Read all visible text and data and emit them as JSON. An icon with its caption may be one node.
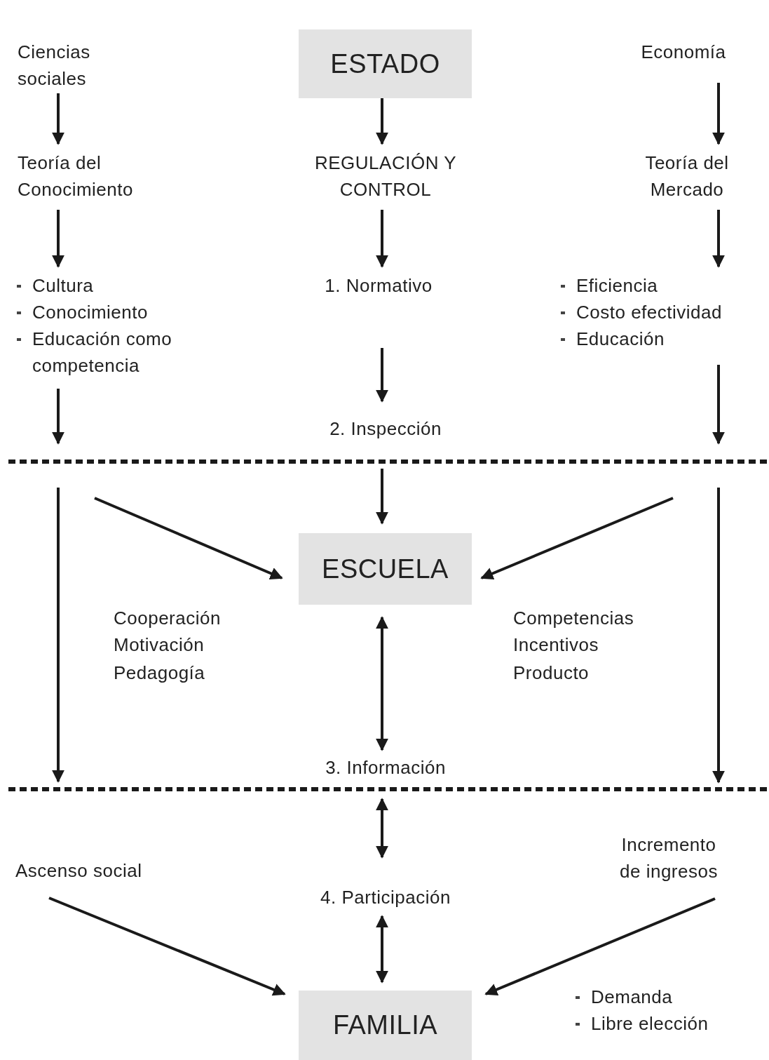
{
  "diagram": {
    "nodes": [
      {
        "text": [
          "Ciencias sociales"
        ]
      },
      {
        "text": [
          "ESTADO"
        ]
      },
      {
        "text": [
          "Economía"
        ]
      },
      {
        "text": [
          "Teoría del Conocimiento"
        ]
      },
      {
        "text": [
          "REGULACIÓN Y CONTROL"
        ]
      },
      {
        "text": [
          "Teoría del Mercado"
        ]
      },
      {
        "text": [
          "Cultura",
          "Conocimiento",
          "Educación como competencia"
        ]
      },
      {
        "text": [
          "1. Normativo"
        ]
      },
      {
        "text": [
          "Eficiencia",
          "Costo efectividad",
          "Educación"
        ]
      },
      {
        "text": [
          "2. Inspección"
        ]
      },
      {
        "text": [
          "ESCUELA"
        ]
      },
      {
        "text": [
          "3. Información"
        ]
      },
      {
        "text": [
          "Ascenso social"
        ]
      },
      {
        "text": [
          "4. Participación"
        ]
      },
      {
        "text": [
          "Incremento de ingresos"
        ]
      },
      {
        "text": [
          "FAMILIA"
        ]
      }
    ],
    "edges": [
      {
        "from": 0,
        "to": 3,
        "arrow": "to"
      },
      {
        "from": 1,
        "to": 4,
        "arrow": "to"
      },
      {
        "from": 2,
        "to": 5,
        "arrow": "to"
      },
      {
        "from": 3,
        "to": 6,
        "arrow": "to"
      },
      {
        "from": 4,
        "to": 7,
        "arrow": "to"
      },
      {
        "from": 5,
        "to": 8,
        "arrow": "to"
      },
      {
        "from": 6,
        "to": null,
        "arrow": "to"
      },
      {
        "from": 7,
        "to": 9,
        "arrow": "to"
      },
      {
        "from": 8,
        "to": null,
        "arrow": "to"
      },
      {
        "from": 9,
        "to": 10,
        "arrow": "to"
      },
      {
        "from": null,
        "to": 12,
        "arrow": "to"
      },
      {
        "from": null,
        "to": 10,
        "arrow": "to"
      },
      {
        "from": null,
        "to": 10,
        "arrow": "to"
      },
      {
        "from": null,
        "to": 14,
        "arrow": "to"
      },
      {
        "from": 10,
        "to": 11,
        "arrow": "both"
      },
      {
        "from": 11,
        "to": 13,
        "arrow": "both"
      },
      {
        "from": 13,
        "to": 15,
        "arrow": "both"
      },
      {
        "from": 12,
        "to": 15,
        "arrow": "to"
      },
      {
        "from": 14,
        "to": 15,
        "arrow": "to"
      }
    ],
    "labels": [
      "Cooperación",
      "Motivación",
      "Pedagogía",
      "Competencias",
      "Incentivos",
      "Producto",
      "Demanda",
      "Libre elección"
    ]
  }
}
